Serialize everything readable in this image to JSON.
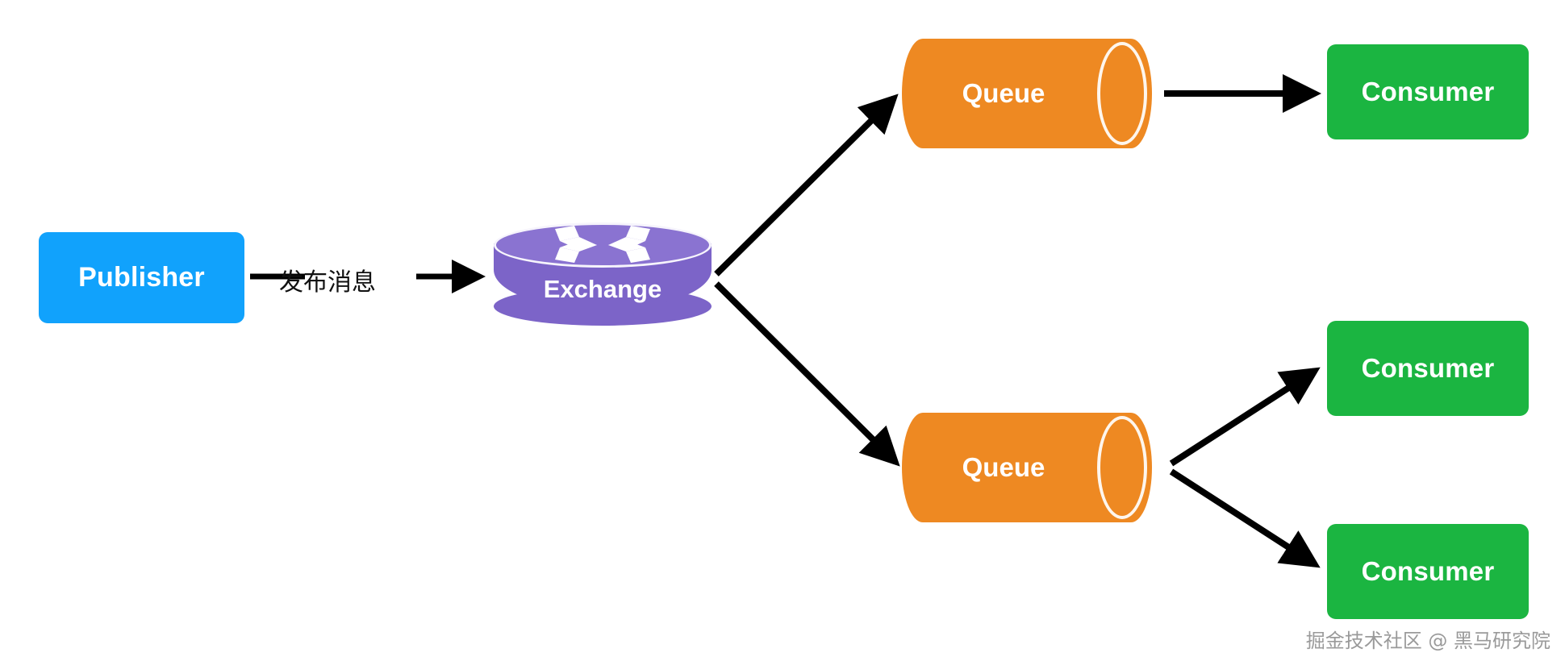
{
  "diagram": {
    "title": "RabbitMQ Publish/Subscribe (Fanout) Flow",
    "background_color": "#ffffff",
    "colors": {
      "publisher": "#11A2FC",
      "exchange": "#7C64C8",
      "exchange_top": "#8A73D1",
      "queue": "#EE8922",
      "consumer": "#1BB541",
      "arrow": "#000000",
      "text_on_shape": "#ffffff",
      "label_text": "#111111",
      "watermark": "#9a9a9a"
    },
    "nodes": [
      {
        "id": "publisher",
        "label": "Publisher",
        "shape": "rounded-rect",
        "color": "#11A2FC"
      },
      {
        "id": "exchange",
        "label": "Exchange",
        "shape": "disc-cylinder",
        "color": "#7C64C8",
        "icon": "exchange-router-icon"
      },
      {
        "id": "queue-1",
        "label": "Queue",
        "shape": "horizontal-cylinder",
        "color": "#EE8922"
      },
      {
        "id": "queue-2",
        "label": "Queue",
        "shape": "horizontal-cylinder",
        "color": "#EE8922"
      },
      {
        "id": "consumer-1",
        "label": "Consumer",
        "shape": "rounded-rect",
        "color": "#1BB541"
      },
      {
        "id": "consumer-2",
        "label": "Consumer",
        "shape": "rounded-rect",
        "color": "#1BB541"
      },
      {
        "id": "consumer-3",
        "label": "Consumer",
        "shape": "rounded-rect",
        "color": "#1BB541"
      }
    ],
    "edges": [
      {
        "from": "publisher",
        "to": "exchange",
        "label": "发布消息",
        "arrow": true
      },
      {
        "from": "exchange",
        "to": "queue-1",
        "label": "",
        "arrow": true
      },
      {
        "from": "exchange",
        "to": "queue-2",
        "label": "",
        "arrow": true
      },
      {
        "from": "queue-1",
        "to": "consumer-1",
        "label": "",
        "arrow": true
      },
      {
        "from": "queue-2",
        "to": "consumer-2",
        "label": "",
        "arrow": true
      },
      {
        "from": "queue-2",
        "to": "consumer-3",
        "label": "",
        "arrow": true
      }
    ],
    "labels": {
      "publish_message": "发布消息"
    },
    "watermark": "掘金技术社区 @ 黑马研究院"
  }
}
